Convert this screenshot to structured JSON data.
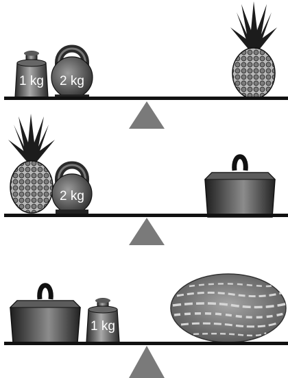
{
  "colors": {
    "beam": "#111111",
    "fulcrum": "#7a7a7a",
    "weight_dark": "#2e2e2e",
    "weight_light": "#9a9a9a",
    "pineapple_body": "#8e8e8e",
    "pineapple_leaves": "#1c1c1c",
    "watermelon": "#7d7d7d",
    "label_text": "#ffffff"
  },
  "icons": [
    "small-weight-icon",
    "kettlebell-icon",
    "pineapple-icon",
    "large-weight-icon",
    "watermelon-icon",
    "fulcrum-icon"
  ],
  "scales": [
    {
      "left": [
        {
          "item": "small-weight",
          "label": "1 kg"
        },
        {
          "item": "kettlebell",
          "label": "2 kg"
        }
      ],
      "right": [
        {
          "item": "pineapple",
          "label": ""
        }
      ]
    },
    {
      "left": [
        {
          "item": "pineapple",
          "label": ""
        },
        {
          "item": "kettlebell",
          "label": "2 kg"
        }
      ],
      "right": [
        {
          "item": "large-weight",
          "label": ""
        }
      ]
    },
    {
      "left": [
        {
          "item": "large-weight",
          "label": ""
        },
        {
          "item": "small-weight",
          "label": "1 kg"
        }
      ],
      "right": [
        {
          "item": "watermelon",
          "label": ""
        }
      ]
    }
  ]
}
